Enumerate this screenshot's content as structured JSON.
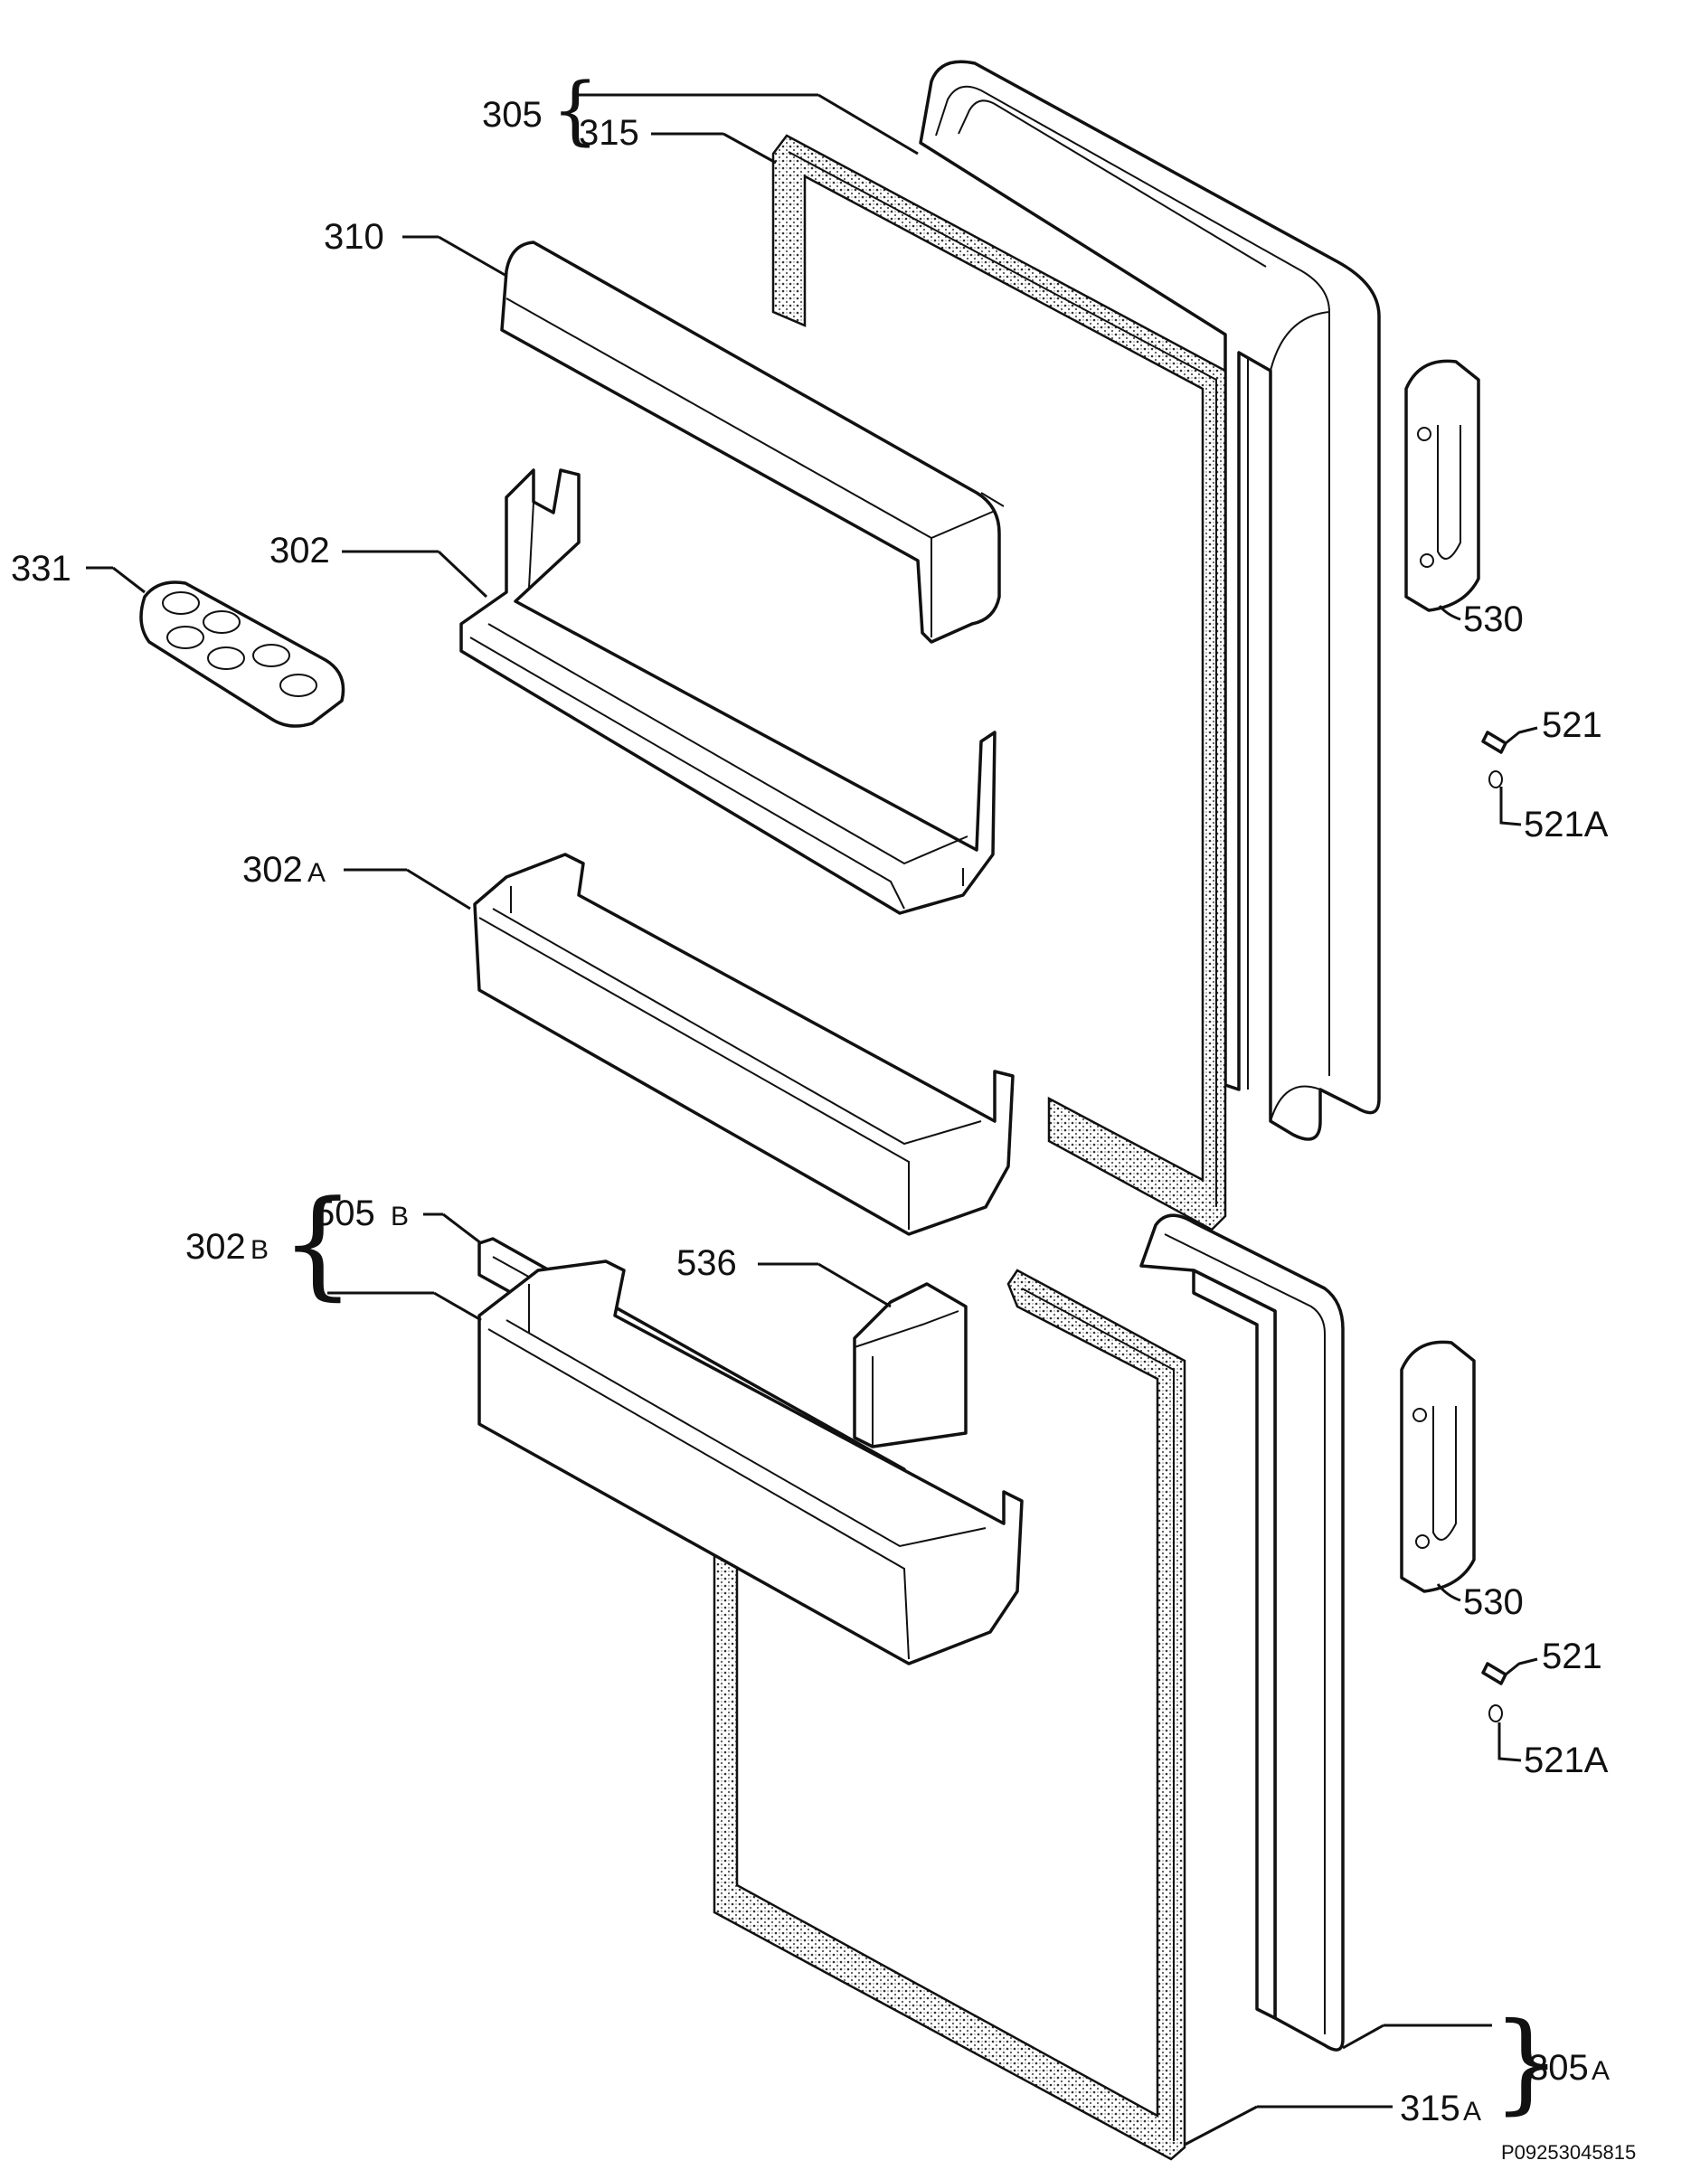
{
  "diagram": {
    "document_code": "P09253045815",
    "labels": {
      "p305": "305",
      "p315": "315",
      "p310": "310",
      "p302": "302",
      "p331": "331",
      "p302a_main": "302",
      "p302a_sub": "A",
      "p302b_main": "302",
      "p302b_sub": "B",
      "p505b_main": "505",
      "p505b_sub": "B",
      "p536": "536",
      "p530_top": "530",
      "p521_top": "521",
      "p521a_top": "521A",
      "p530_bottom": "530",
      "p521_bottom": "521",
      "p521a_bottom": "521A",
      "p305a_main": "305",
      "p305a_sub": "A",
      "p315a_main": "315",
      "p315a_sub": "A"
    }
  }
}
